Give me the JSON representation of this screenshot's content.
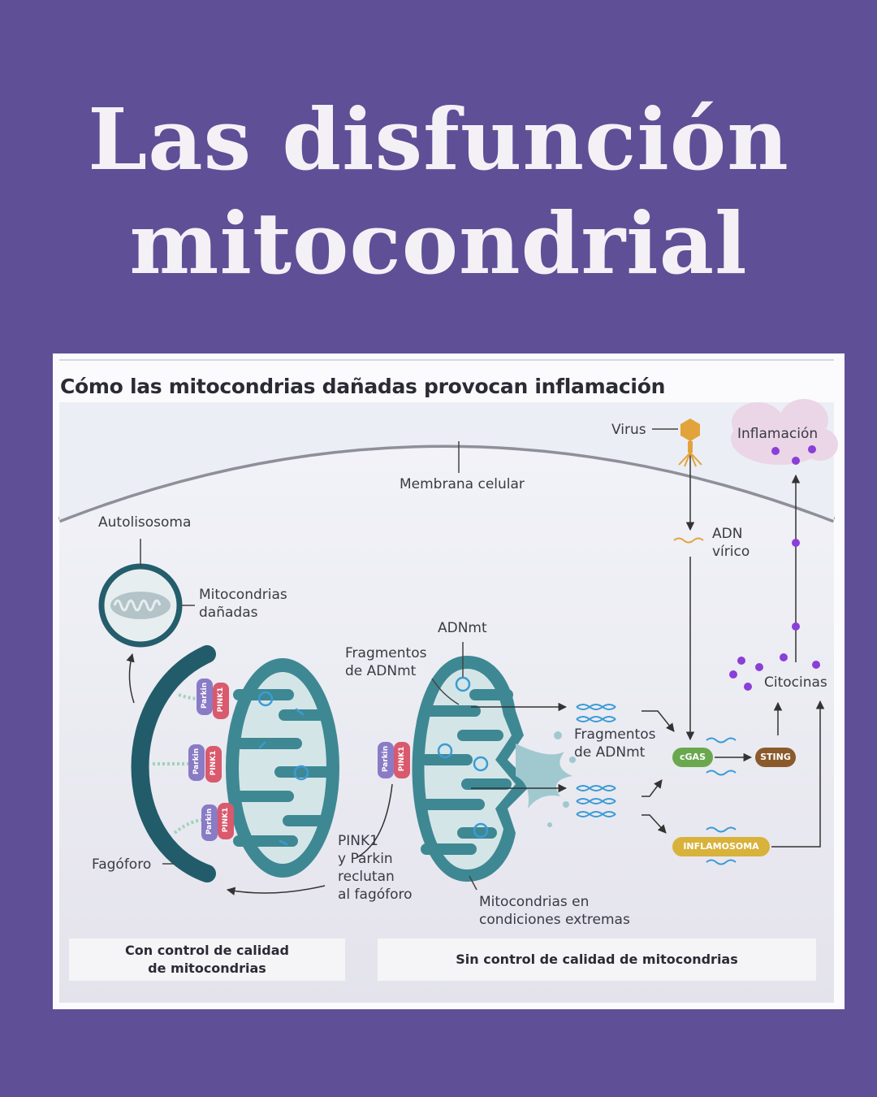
{
  "page": {
    "title_line1": "Las disfunción",
    "title_line2": "mitocondrial"
  },
  "figure": {
    "title": "Cómo las mitocondrias dañadas provocan inflamación",
    "labels": {
      "virus": "Virus",
      "inflammation": "Inflamación",
      "membrane": "Membrana celular",
      "autolysosome": "Autolisosoma",
      "damaged_mito_l1": "Mitocondrias",
      "damaged_mito_l2": "dañadas",
      "viral_dna_l1": "ADN",
      "viral_dna_l2": "vírico",
      "mtdna": "ADNmt",
      "fragments_top_l1": "Fragmentos",
      "fragments_top_l2": "de ADNmt",
      "fragments_right_l1": "Fragmentos",
      "fragments_right_l2": "de ADNmt",
      "cytokines": "Citocinas",
      "cgas": "cGAS",
      "sting": "STING",
      "inflammasome": "INFLAMOSOMA",
      "pink_l1": "PINK1",
      "pink_l2": "y Parkin",
      "pink_l3": "reclutan",
      "pink_l4": "al fagóforo",
      "phagophore": "Fagóforo",
      "stressed_l1": "Mitocondrias en",
      "stressed_l2": "condiciones extremas",
      "parkin": "Parkin",
      "pink1": "PINK1"
    },
    "captions": {
      "left_l1": "Con control de calidad",
      "left_l2": "de mitocondrias",
      "right": "Sin control de calidad de mitocondrias"
    },
    "colors": {
      "background": "#5f4f96",
      "mitochondria": "#3e8893",
      "mito_inner": "#cfe3e6",
      "parkin": "#8a7bc6",
      "pink1": "#d9596d",
      "cgas": "#6aa84f",
      "sting": "#8b5a2b",
      "inflammasome": "#d8b23a",
      "cytokine": "#8a3fd8"
    }
  }
}
